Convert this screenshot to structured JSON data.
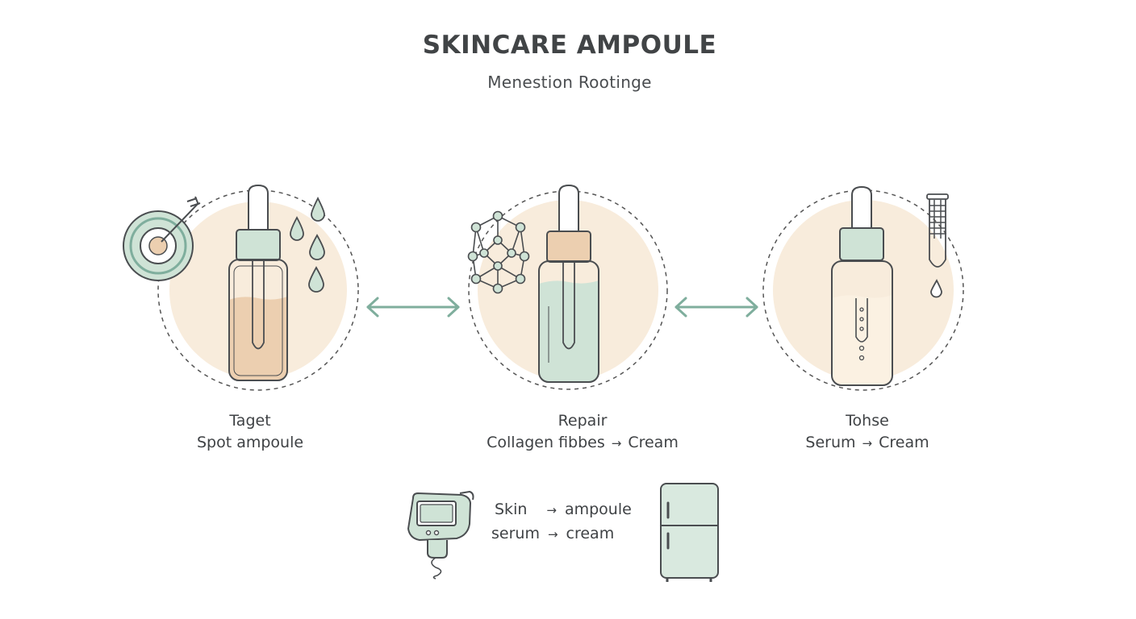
{
  "header": {
    "title": "SKINCARE AMPOULE",
    "subtitle": "Menestion Rootinge"
  },
  "steps": [
    {
      "heading": "Taget",
      "line_a": "Spot ampoule",
      "line_b": ""
    },
    {
      "heading": "Repair",
      "line_a": "Collagen fibbes",
      "line_b": "Cream"
    },
    {
      "heading": "Tohse",
      "line_a": "Serum",
      "line_b": "Cream"
    }
  ],
  "legend": {
    "row1": {
      "from": "Skin",
      "to": "ampoule"
    },
    "row2": {
      "from": "serum",
      "to": "cream"
    }
  },
  "arrow_glyph": "→",
  "colors": {
    "peach_circle": "#f8ecdc",
    "sage": "#cfe3d6",
    "sage_dark": "#7fae9d",
    "peach_fill": "#eccfb0",
    "outline": "#4a4d50"
  },
  "icons": [
    "target-icon",
    "droplets-icon",
    "molecule-icon",
    "dropper-bottle-icon",
    "double-arrow-icon",
    "test-tube-icon",
    "handheld-device-icon",
    "refrigerator-icon"
  ]
}
